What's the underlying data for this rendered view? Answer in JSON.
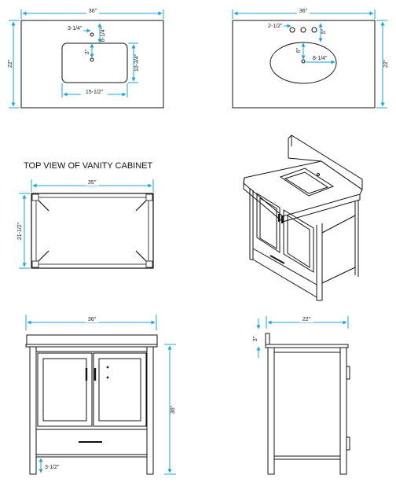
{
  "heading": "TOP VIEW OF VANITY CABINET",
  "top_left": {
    "width": "36\"",
    "depth": "22\"",
    "hole_offset": "3-1/4\"",
    "hole_to_sink": "6-1/4\"",
    "small_dim": "3\"",
    "sink_depth": "10-3/4\"",
    "sink_width": "15-1/2\""
  },
  "top_right": {
    "width": "36\"",
    "depth": "22\"",
    "hole_spacing": "2-1/2\"",
    "back_dim": "5\"",
    "drain_dim": "6\"",
    "sink_radius": "8-1/4\""
  },
  "cabinet_top": {
    "width": "35\"",
    "depth": "21-1/2\""
  },
  "front_view": {
    "width": "36\"",
    "height": "36\"",
    "toe": "3-1/2\""
  },
  "side_view": {
    "depth": "22\"",
    "top_thickness": "3\""
  },
  "colors": {
    "dimension": "#1aa3dc",
    "line": "#111111"
  }
}
